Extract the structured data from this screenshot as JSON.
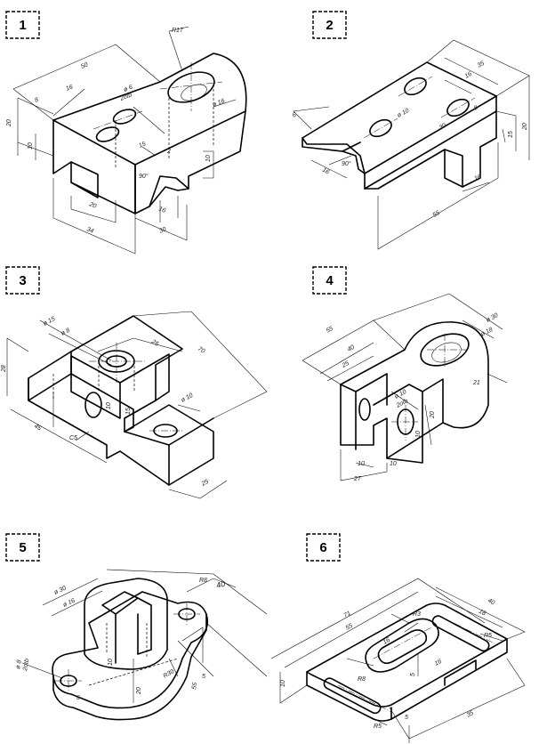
{
  "figures": [
    {
      "id": "1",
      "dims": [
        "R17",
        "50",
        "16",
        "8",
        "20",
        "10",
        "ø 6",
        "2otb",
        "ø 16",
        "15",
        "2",
        "10",
        "90°",
        "20",
        "16",
        "34",
        "30"
      ]
    },
    {
      "id": "2",
      "dims": [
        "35",
        "16",
        "6",
        "ø 10",
        "8",
        "30",
        "20",
        "15",
        "16",
        "90°",
        "16",
        "55"
      ]
    },
    {
      "id": "3",
      "dims": [
        "ø 15",
        "ø 8",
        "25",
        "70",
        "28",
        "10",
        "15",
        "ø 10",
        "45",
        "C5",
        "25"
      ]
    },
    {
      "id": "4",
      "dims": [
        "55",
        "40",
        "ø 30",
        "ø 18",
        "25",
        "ø 10",
        "2otb",
        "21",
        "20",
        "10",
        "10",
        "10",
        "27"
      ]
    },
    {
      "id": "5",
      "dims": [
        "ø 30",
        "ø 16",
        "R8",
        "40",
        "10",
        "ø 8",
        "2otb",
        "20",
        "55",
        "6",
        "5",
        "R30"
      ]
    },
    {
      "id": "6",
      "dims": [
        "71",
        "40",
        "55",
        "18",
        "R5",
        "R3",
        "10",
        "16",
        "R8",
        "5",
        "35",
        "R5",
        "5"
      ]
    }
  ]
}
